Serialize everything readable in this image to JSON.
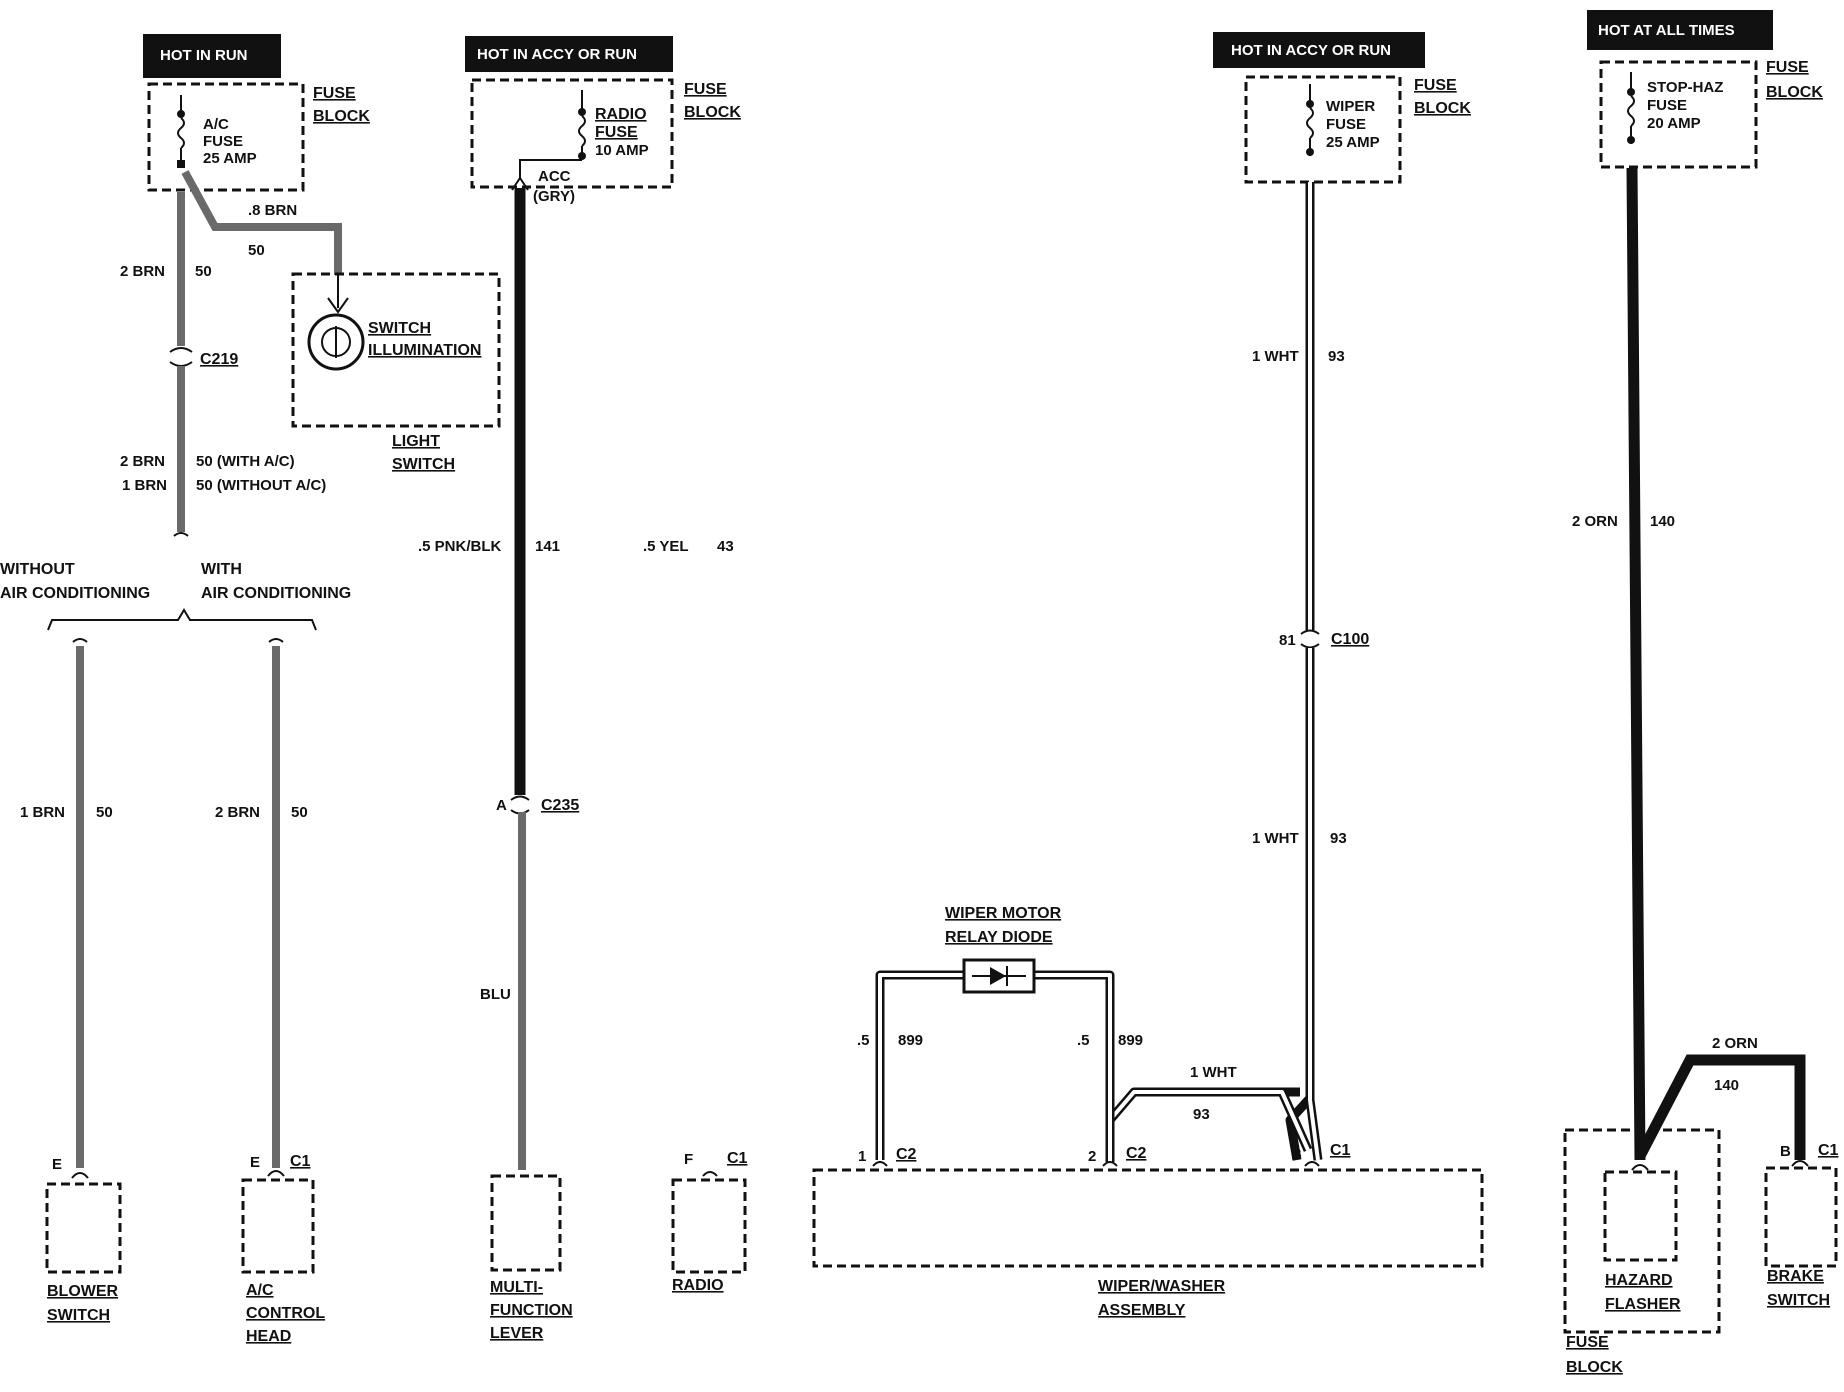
{
  "headers": {
    "hot_in_run": "HOT IN RUN",
    "hot_in_accy_or_run_left": "HOT IN ACCY OR RUN",
    "hot_in_accy_or_run_right": "HOT IN ACCY OR RUN",
    "hot_at_all_times": "HOT AT ALL TIMES"
  },
  "fuses": {
    "ac": [
      "A/C",
      "FUSE",
      "25  AMP"
    ],
    "radio": [
      "RADIO",
      "FUSE",
      "10  AMP"
    ],
    "wiper": [
      "WIPER",
      "FUSE",
      "25  AMP"
    ],
    "stophaz": [
      "STOP-HAZ",
      "FUSE",
      "20  AMP"
    ],
    "fuse_block": [
      "FUSE",
      "BLOCK"
    ]
  },
  "acc": {
    "label": "ACC",
    "color": "(GRY)"
  },
  "labels": {
    "w_8brn": ".8 BRN",
    "w_50_a": "50",
    "w_2brn_a": "2 BRN",
    "w_50_b": "50",
    "c219": "C219",
    "switch_illum": [
      "SWITCH",
      "ILLUMINATION"
    ],
    "light_switch": [
      "LIGHT",
      "SWITCH"
    ],
    "w_2brn_b": "2 BRN",
    "w_50_with": "50 (WITH A/C)",
    "w_1brn_a": "1 BRN",
    "w_50_without": "50 (WITHOUT A/C)",
    "without_ac": [
      "WITHOUT",
      "AIR CONDITIONING"
    ],
    "with_ac": [
      "WITH",
      "AIR CONDITIONING"
    ],
    "w_1brn_c": "1 BRN",
    "w_50_c": "50",
    "w_2brn_d": "2 BRN",
    "w_50_d": "50",
    "pin_e1": "E",
    "pin_e2": "E",
    "c1_ac": "C1",
    "blower_switch": [
      "BLOWER",
      "SWITCH"
    ],
    "ac_control_head": [
      "A/C",
      "CONTROL",
      "HEAD"
    ],
    "w_pnkblk": ".5 PNK/BLK",
    "w_141": "141",
    "w_5yel": ".5 YEL",
    "w_43": "43",
    "pin_a": "A",
    "c235": "C235",
    "w_blu": "BLU",
    "multi_function": [
      "MULTI-",
      "FUNCTION",
      "LEVER"
    ],
    "pin_f": "F",
    "c1_radio": "C1",
    "radio": "RADIO",
    "w_1wht_a": "1 WHT",
    "w_93_a": "93",
    "pin_81": "81",
    "c100": "C100",
    "w_1wht_b": "1 WHT",
    "w_93_b": "93",
    "diode": [
      "WIPER MOTOR",
      "RELAY DIODE"
    ],
    "w_5_left": ".5",
    "w_899_left": "899",
    "w_5_right": ".5",
    "w_899_right": "899",
    "w_1wht_c": "1 WHT",
    "w_93_c": "93",
    "pin_1": "1",
    "c2_a": "C2",
    "pin_2": "2",
    "c2_b": "C2",
    "pin_b": "B",
    "c1_wiper": "C1",
    "wiper_washer": [
      "WIPER/WASHER",
      "ASSEMBLY"
    ],
    "w_2orn_a": "2 ORN",
    "w_140_a": "140",
    "w_2orn_b": "2 ORN",
    "w_140_b": "140",
    "pin_b_brake": "B",
    "c1_brake": "C1",
    "hazard_flasher": [
      "HAZARD",
      "FLASHER"
    ],
    "fuse_block_bottom": [
      "FUSE",
      "BLOCK"
    ],
    "brake_switch": [
      "BRAKE",
      "SWITCH"
    ]
  }
}
